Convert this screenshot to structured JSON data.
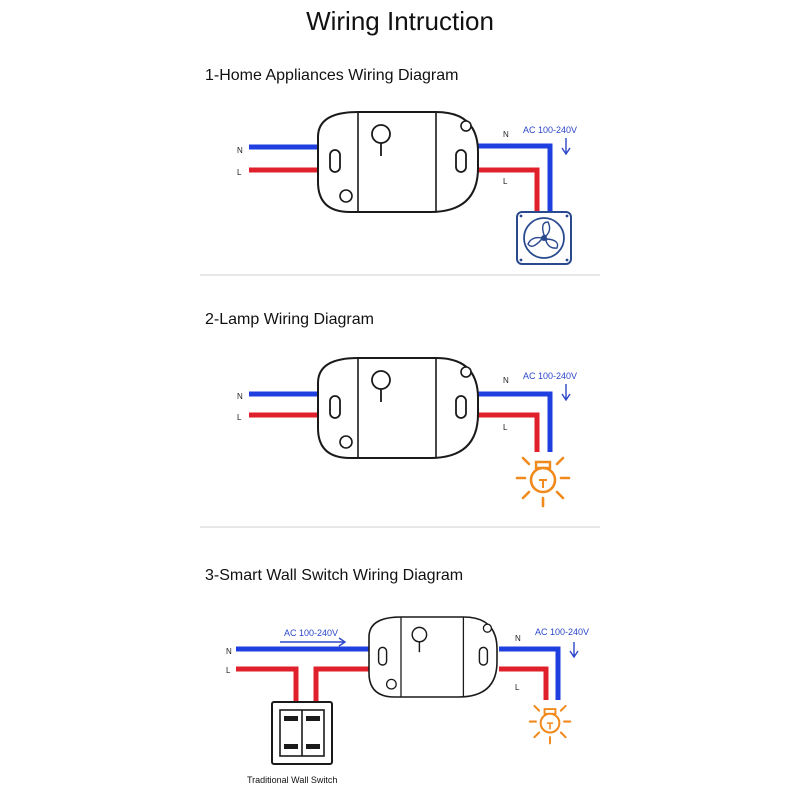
{
  "page_title": "Wiring Intruction",
  "sections": [
    {
      "heading": "1-Home Appliances Wiring Diagram"
    },
    {
      "heading": "2-Lamp Wiring Diagram"
    },
    {
      "heading": "3-Smart Wall Switch Wiring Diagram"
    }
  ],
  "labels": {
    "neutral": "N",
    "live": "L",
    "voltage": "AC 100-240V",
    "wall_switch": "Traditional Wall Switch"
  },
  "colors": {
    "neutral_wire": "#1f3fe0",
    "live_wire": "#e0202a",
    "arrow": "#2b47c8",
    "lamp": "#f08a1c",
    "fan_frame": "#2a4a8f",
    "outline": "#1a1a1a",
    "divider": "#cfcfcf"
  },
  "icons": [
    "relay-module-icon",
    "fan-icon",
    "bulb-icon",
    "wall-switch-icon",
    "arrow-down-icon",
    "arrow-right-icon"
  ]
}
